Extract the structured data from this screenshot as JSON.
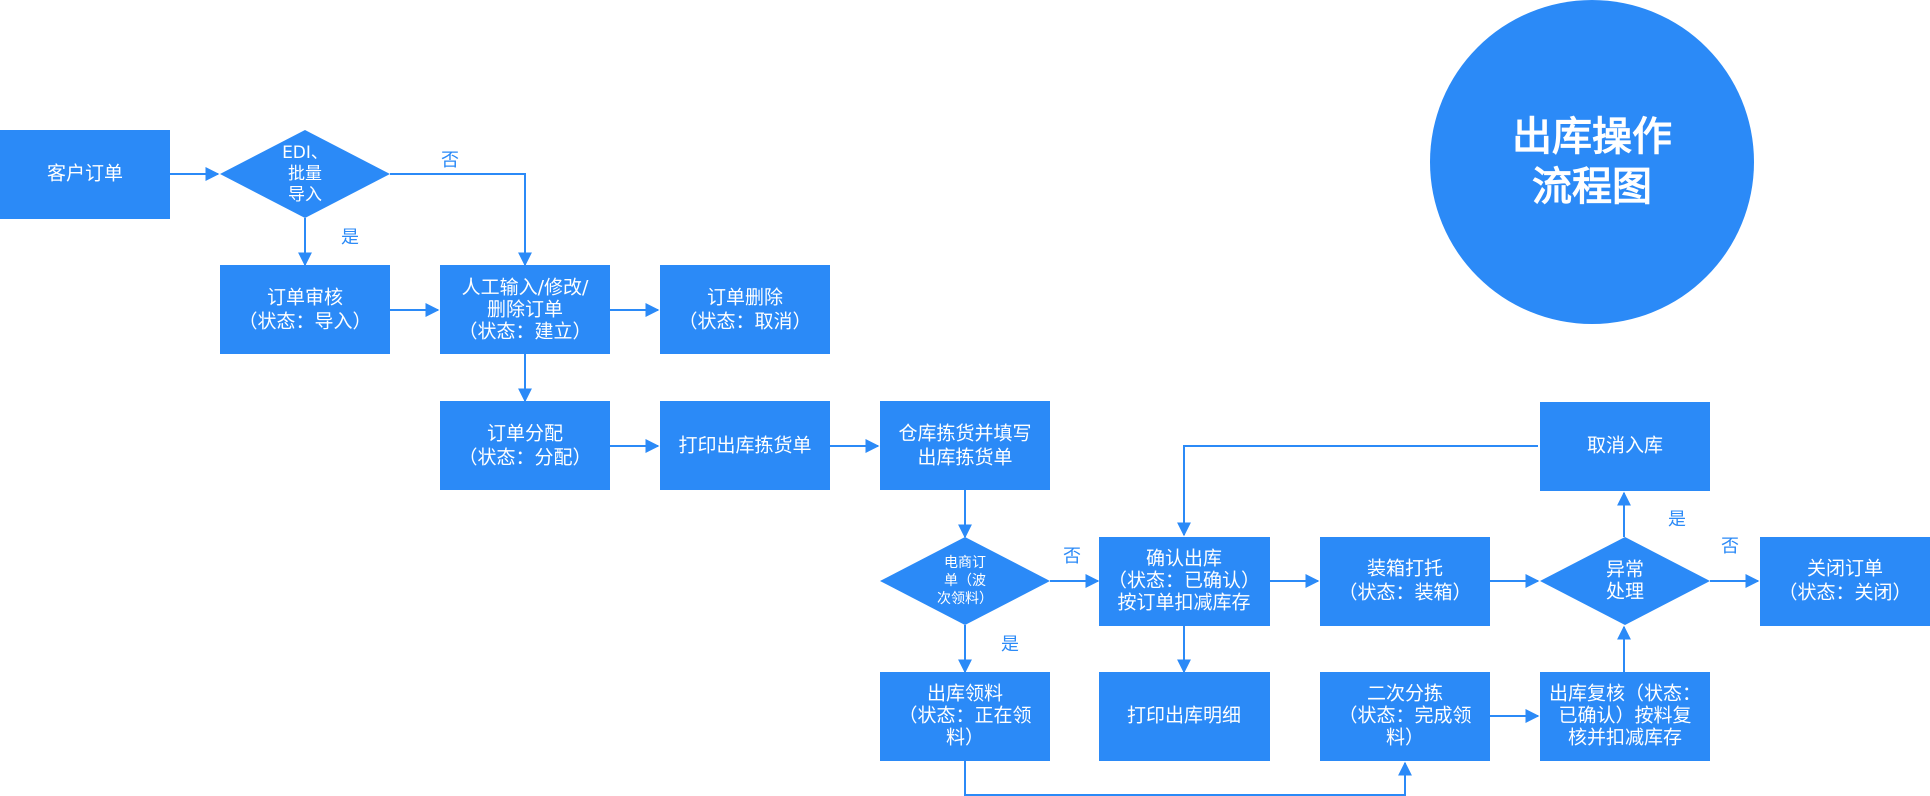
{
  "title": [
    "出库操作",
    "流程图"
  ],
  "colors": {
    "accent": "#2b8af7",
    "text": "#ffffff"
  },
  "nodes": {
    "customer_order": [
      "客户订单"
    ],
    "edi_import": [
      "EDI、",
      "批量",
      "导入"
    ],
    "order_review": [
      "订单审核",
      "（状态：导入）"
    ],
    "manual_input": [
      "人工输入/修改/",
      "删除订单",
      "（状态：建立）"
    ],
    "order_delete": [
      "订单删除",
      "（状态：取消）"
    ],
    "order_allocate": [
      "订单分配",
      "（状态：分配）"
    ],
    "print_picklist": [
      "打印出库拣货单"
    ],
    "warehouse_pick": [
      "仓库拣货并填写",
      "出库拣货单"
    ],
    "ecommerce_order": [
      "电商订",
      "单（波",
      "次领料）"
    ],
    "outbound_material": [
      "出库领料",
      "（状态：正在领",
      "料）"
    ],
    "confirm_outbound": [
      "确认出库",
      "（状态：已确认）",
      "按订单扣减库存"
    ],
    "print_detail": [
      "打印出库明细"
    ],
    "packing": [
      "装箱打托",
      "（状态：装箱）"
    ],
    "second_sort": [
      "二次分拣",
      "（状态：完成领",
      "料）"
    ],
    "recheck": [
      "出库复核（状态：",
      "已确认）按料复",
      "核并扣减库存"
    ],
    "exception": [
      "异常",
      "处理"
    ],
    "cancel_inbound": [
      "取消入库"
    ],
    "close_order": [
      "关闭订单",
      "（状态：关闭）"
    ]
  },
  "edge_labels": {
    "edi_no": "否",
    "edi_yes": "是",
    "ecommerce_no": "否",
    "ecommerce_yes": "是",
    "exception_yes": "是",
    "exception_no": "否"
  }
}
